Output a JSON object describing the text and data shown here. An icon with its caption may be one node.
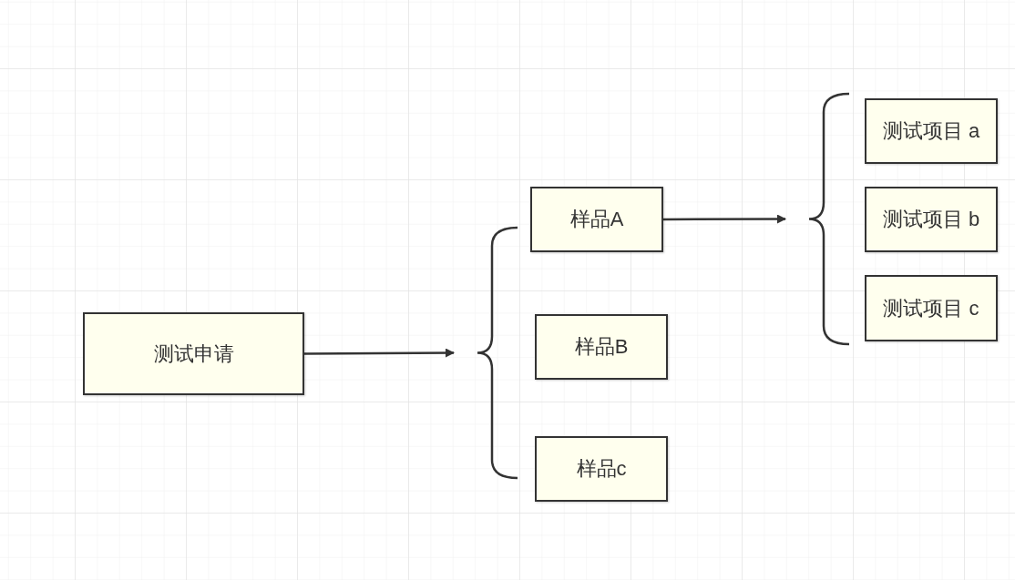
{
  "diagram": {
    "nodes": [
      {
        "text": [
          "测试申请"
        ]
      },
      {
        "text": [],
        "shape": "bracket"
      },
      {
        "text": [
          "样品A"
        ]
      },
      {
        "text": [
          "样品B"
        ]
      },
      {
        "text": [
          "样品c"
        ]
      },
      {
        "text": [],
        "shape": "bracket"
      },
      {
        "text": [
          "测试项目 a"
        ]
      },
      {
        "text": [
          "测试项目 b"
        ]
      },
      {
        "text": [
          "测试项目 c"
        ]
      }
    ],
    "edges": [
      {
        "from": 0,
        "to": 1,
        "arrow": "to"
      },
      {
        "from": 2,
        "to": 5,
        "arrow": "to"
      }
    ]
  }
}
